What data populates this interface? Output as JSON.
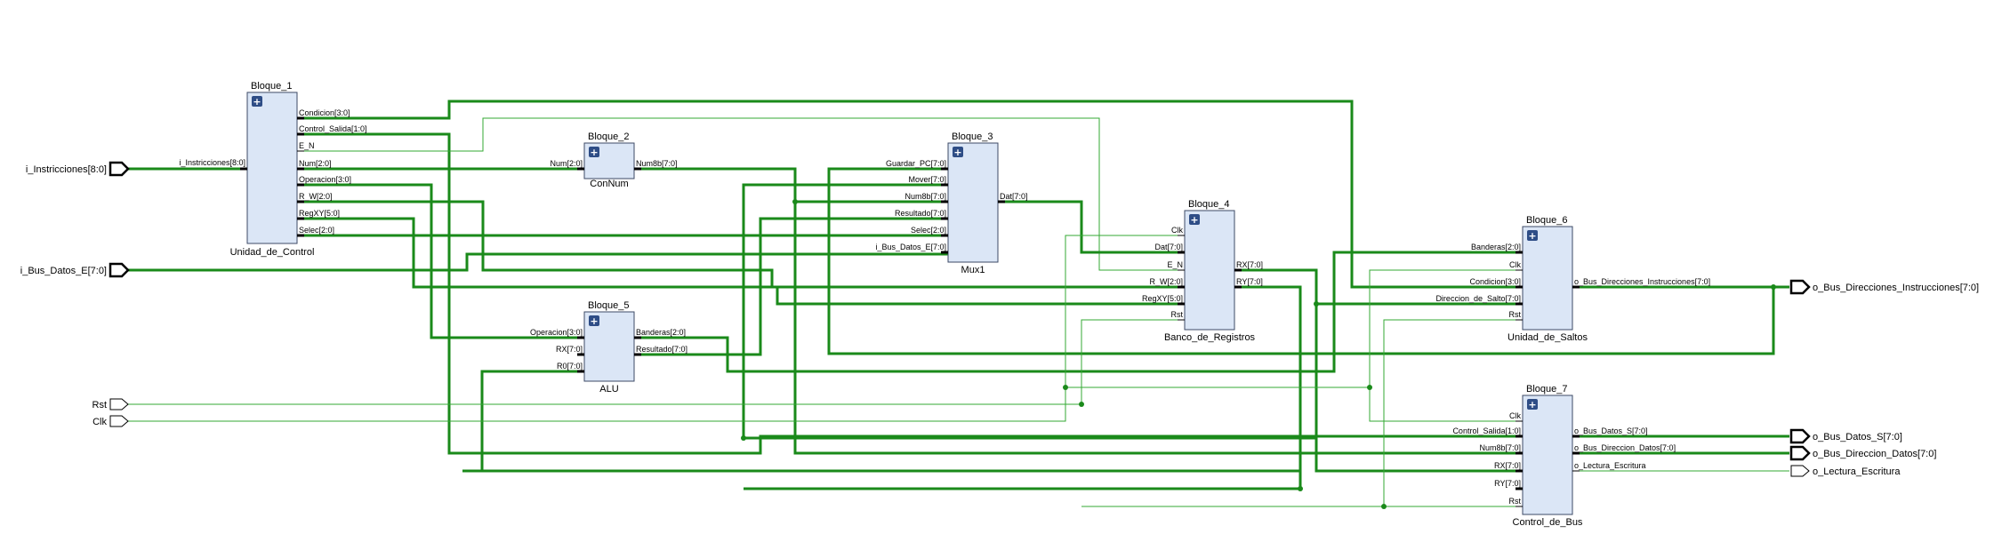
{
  "inputs": {
    "instr": "i_Instricciones[8:0]",
    "bus_e": "i_Bus_Datos_E[7:0]",
    "rst": "Rst",
    "clk": "Clk"
  },
  "outputs": {
    "dir_instr": "o_Bus_Direcciones_Instrucciones[7:0]",
    "bus_s": "o_Bus_Datos_S[7:0]",
    "bus_dir": "o_Bus_Direccion_Datos[7:0]",
    "lect": "o_Lectura_Escritura"
  },
  "blocks": {
    "b1": {
      "inst": "Bloque_1",
      "name": "Unidad_de_Control",
      "in": [
        "i_Instricciones[8:0]"
      ],
      "out": [
        "Condicion[3:0]",
        "Control_Salida[1:0]",
        "E_N",
        "Num[2:0]",
        "Operacion[3:0]",
        "R_W[2:0]",
        "RegXY[5:0]",
        "Selec[2:0]"
      ]
    },
    "b2": {
      "inst": "Bloque_2",
      "name": "ConNum",
      "in": [
        "Num[2:0]"
      ],
      "out": [
        "Num8b[7:0]"
      ]
    },
    "b3": {
      "inst": "Bloque_3",
      "name": "Mux1",
      "in": [
        "Guardar_PC[7:0]",
        "Mover[7:0]",
        "Num8b[7:0]",
        "Resultado[7:0]",
        "Selec[2:0]",
        "i_Bus_Datos_E[7:0]"
      ],
      "out": [
        "Dat[7:0]"
      ]
    },
    "b4": {
      "inst": "Bloque_4",
      "name": "Banco_de_Registros",
      "in": [
        "Clk",
        "Dat[7:0]",
        "E_N",
        "R_W[2:0]",
        "RegXY[5:0]",
        "Rst"
      ],
      "out": [
        "RX[7:0]",
        "RY[7:0]"
      ]
    },
    "b5": {
      "inst": "Bloque_5",
      "name": "ALU",
      "in": [
        "Operacion[3:0]",
        "RX[7:0]",
        "R0[7:0]"
      ],
      "out": [
        "Banderas[2:0]",
        "Resultado[7:0]"
      ]
    },
    "b6": {
      "inst": "Bloque_6",
      "name": "Unidad_de_Saltos",
      "in": [
        "Banderas[2:0]",
        "Clk",
        "Condicion[3:0]",
        "Direccion_de_Salto[7:0]",
        "Rst"
      ],
      "out": [
        "o_Bus_Direcciones_Instrucciones[7:0]"
      ]
    },
    "b7": {
      "inst": "Bloque_7",
      "name": "Control_de_Bus",
      "in": [
        "Clk",
        "Control_Salida[1:0]",
        "Num8b[7:0]",
        "RX[7:0]",
        "RY[7:0]",
        "Rst"
      ],
      "out": [
        "o_Bus_Datos_S[7:0]",
        "o_Bus_Direccion_Datos[7:0]",
        "o_Lectura_Escritura"
      ]
    }
  },
  "colors": {
    "wire": "#1a8a1a",
    "wire_thin": "#33aa33",
    "block_fill": "#dbe6f6",
    "plus_icon": "#2e4d86"
  }
}
